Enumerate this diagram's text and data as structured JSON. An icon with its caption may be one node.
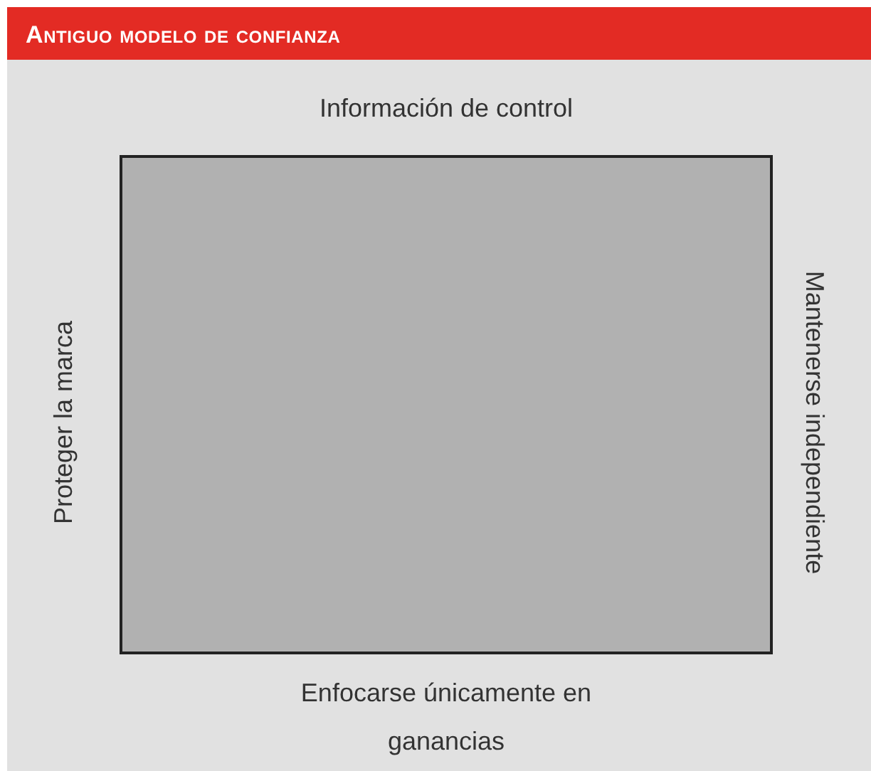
{
  "diagram": {
    "title": "Antiguo modelo de confianza",
    "nodes": [
      {
        "text": [],
        "shape": "box",
        "beside": [
          "Información de control",
          "Proteger la marca",
          "Mantenerse independiente",
          "Enfocarse únicamente en ganancias"
        ]
      }
    ]
  }
}
